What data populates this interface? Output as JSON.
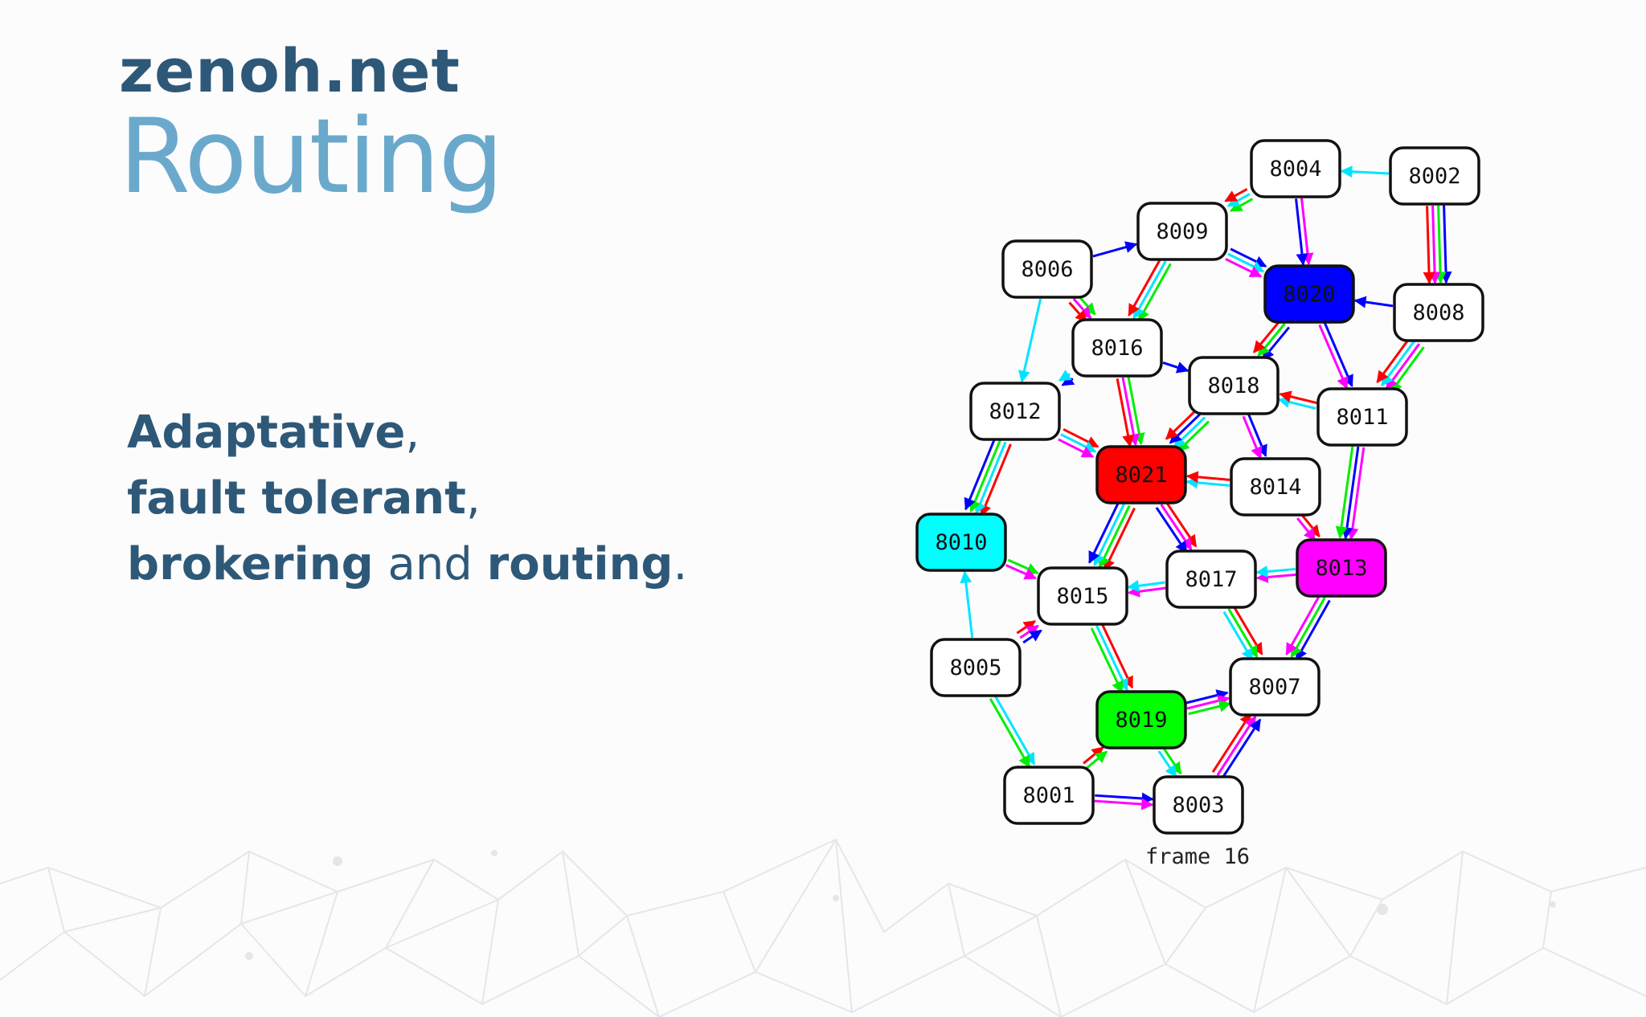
{
  "logo": {
    "brand": "zenoh.net",
    "title": "Routing"
  },
  "tagline": {
    "line1_bold": "Adaptative",
    "line1_punct": ",",
    "line2_bold": "fault tolerant",
    "line2_punct": ",",
    "line3_bold_a": "brokering",
    "line3_plain": " and ",
    "line3_bold_b": "routing",
    "line3_punct": "."
  },
  "colors": {
    "brand_dark": "#2e5878",
    "brand_light": "#6aa9cc",
    "edge_colors": [
      "#0000ff",
      "#00ee00",
      "#00e5ff",
      "#ff0000",
      "#ff00ff"
    ]
  },
  "graph": {
    "frame_label": "frame 16",
    "nodes": [
      {
        "id": "8004",
        "fill": "#ffffff"
      },
      {
        "id": "8002",
        "fill": "#ffffff"
      },
      {
        "id": "8009",
        "fill": "#ffffff"
      },
      {
        "id": "8006",
        "fill": "#ffffff"
      },
      {
        "id": "8020",
        "fill": "#0000ff"
      },
      {
        "id": "8008",
        "fill": "#ffffff"
      },
      {
        "id": "8016",
        "fill": "#ffffff"
      },
      {
        "id": "8018",
        "fill": "#ffffff"
      },
      {
        "id": "8012",
        "fill": "#ffffff"
      },
      {
        "id": "8011",
        "fill": "#ffffff"
      },
      {
        "id": "8021",
        "fill": "#ff0000"
      },
      {
        "id": "8014",
        "fill": "#ffffff"
      },
      {
        "id": "8010",
        "fill": "#00ffff"
      },
      {
        "id": "8013",
        "fill": "#ff00ff"
      },
      {
        "id": "8017",
        "fill": "#ffffff"
      },
      {
        "id": "8015",
        "fill": "#ffffff"
      },
      {
        "id": "8005",
        "fill": "#ffffff"
      },
      {
        "id": "8007",
        "fill": "#ffffff"
      },
      {
        "id": "8019",
        "fill": "#00ff00"
      },
      {
        "id": "8001",
        "fill": "#ffffff"
      },
      {
        "id": "8003",
        "fill": "#ffffff"
      }
    ],
    "edges": [
      {
        "from": "8002",
        "to": "8004",
        "colors": [
          "#00e5ff"
        ]
      },
      {
        "from": "8004",
        "to": "8009",
        "colors": [
          "#00ee00",
          "#00e5ff",
          "#ff0000"
        ]
      },
      {
        "from": "8004",
        "to": "8020",
        "colors": [
          "#ff00ff",
          "#0000ff"
        ]
      },
      {
        "from": "8002",
        "to": "8008",
        "colors": [
          "#0000ff",
          "#00ee00",
          "#ff00ff",
          "#ff0000"
        ]
      },
      {
        "from": "8006",
        "to": "8009",
        "colors": [
          "#0000ff"
        ]
      },
      {
        "from": "8009",
        "to": "8020",
        "colors": [
          "#0000ff",
          "#00e5ff",
          "#ff00ff"
        ]
      },
      {
        "from": "8009",
        "to": "8016",
        "colors": [
          "#00ee00",
          "#00e5ff",
          "#ff0000"
        ]
      },
      {
        "from": "8008",
        "to": "8020",
        "colors": [
          "#0000ff"
        ]
      },
      {
        "from": "8006",
        "to": "8016",
        "colors": [
          "#00ee00",
          "#ff00ff",
          "#ff0000"
        ]
      },
      {
        "from": "8006",
        "to": "8012",
        "colors": [
          "#00e5ff"
        ]
      },
      {
        "from": "8020",
        "to": "8018",
        "colors": [
          "#0000ff",
          "#00ee00",
          "#ff0000"
        ]
      },
      {
        "from": "8020",
        "to": "8011",
        "colors": [
          "#0000ff",
          "#ff00ff"
        ]
      },
      {
        "from": "8008",
        "to": "8011",
        "colors": [
          "#00ee00",
          "#ff00ff",
          "#00e5ff",
          "#ff0000"
        ]
      },
      {
        "from": "8016",
        "to": "8018",
        "colors": [
          "#0000ff"
        ]
      },
      {
        "from": "8016",
        "to": "8012",
        "colors": [
          "#0000ff",
          "#00e5ff"
        ]
      },
      {
        "from": "8016",
        "to": "8021",
        "colors": [
          "#00ee00",
          "#ff00ff",
          "#ff0000"
        ]
      },
      {
        "from": "8011",
        "to": "8018",
        "colors": [
          "#00e5ff",
          "#ff0000"
        ]
      },
      {
        "from": "8018",
        "to": "8021",
        "colors": [
          "#00ee00",
          "#00e5ff",
          "#0000ff",
          "#ff0000"
        ]
      },
      {
        "from": "8018",
        "to": "8014",
        "colors": [
          "#0000ff",
          "#ff00ff"
        ]
      },
      {
        "from": "8012",
        "to": "8021",
        "colors": [
          "#ff0000",
          "#00e5ff",
          "#ff00ff"
        ]
      },
      {
        "from": "8011",
        "to": "8013",
        "colors": [
          "#ff00ff",
          "#0000ff",
          "#00ee00"
        ]
      },
      {
        "from": "8014",
        "to": "8021",
        "colors": [
          "#00e5ff",
          "#ff0000"
        ]
      },
      {
        "from": "8012",
        "to": "8010",
        "colors": [
          "#ff0000",
          "#00e5ff",
          "#00ee00",
          "#0000ff"
        ]
      },
      {
        "from": "8014",
        "to": "8013",
        "colors": [
          "#ff0000",
          "#ff00ff"
        ]
      },
      {
        "from": "8021",
        "to": "8015",
        "colors": [
          "#ff0000",
          "#00ee00",
          "#00e5ff",
          "#0000ff"
        ]
      },
      {
        "from": "8021",
        "to": "8017",
        "colors": [
          "#ff0000",
          "#ff00ff",
          "#0000ff"
        ]
      },
      {
        "from": "8010",
        "to": "8015",
        "colors": [
          "#00ee00",
          "#ff00ff"
        ]
      },
      {
        "from": "8017",
        "to": "8015",
        "colors": [
          "#ff00ff",
          "#00e5ff"
        ]
      },
      {
        "from": "8013",
        "to": "8017",
        "colors": [
          "#ff00ff",
          "#00e5ff"
        ]
      },
      {
        "from": "8005",
        "to": "8010",
        "colors": [
          "#00e5ff"
        ]
      },
      {
        "from": "8005",
        "to": "8015",
        "colors": [
          "#ff0000",
          "#ff00ff",
          "#0000ff"
        ]
      },
      {
        "from": "8015",
        "to": "8019",
        "colors": [
          "#ff0000",
          "#00e5ff",
          "#00ee00"
        ]
      },
      {
        "from": "8017",
        "to": "8007",
        "colors": [
          "#ff0000",
          "#00ee00",
          "#00e5ff"
        ]
      },
      {
        "from": "8013",
        "to": "8007",
        "colors": [
          "#0000ff",
          "#00ee00",
          "#ff00ff"
        ]
      },
      {
        "from": "8019",
        "to": "8007",
        "colors": [
          "#0000ff",
          "#ff00ff",
          "#00ee00"
        ]
      },
      {
        "from": "8005",
        "to": "8001",
        "colors": [
          "#00e5ff",
          "#00ee00"
        ]
      },
      {
        "from": "8001",
        "to": "8019",
        "colors": [
          "#ff0000",
          "#00ee00"
        ]
      },
      {
        "from": "8019",
        "to": "8003",
        "colors": [
          "#00ee00",
          "#00e5ff"
        ]
      },
      {
        "from": "8001",
        "to": "8003",
        "colors": [
          "#0000ff",
          "#ff00ff"
        ]
      },
      {
        "from": "8003",
        "to": "8007",
        "colors": [
          "#ff0000",
          "#ff00ff",
          "#0000ff"
        ]
      }
    ]
  }
}
